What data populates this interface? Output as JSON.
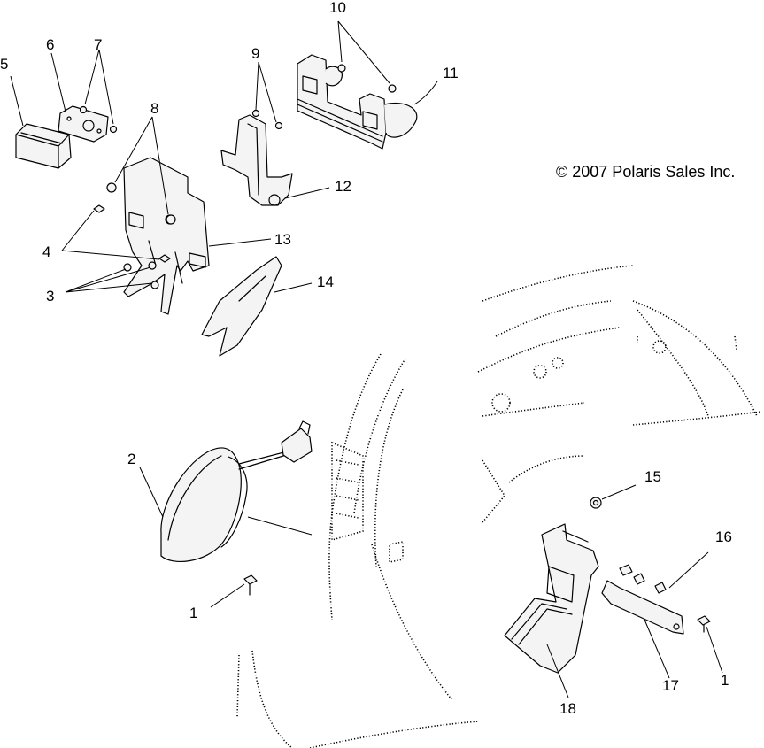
{
  "copyright": "© 2007 Polaris Sales Inc.",
  "callouts": {
    "c1a": "1",
    "c1b": "1",
    "c2": "2",
    "c3": "3",
    "c4": "4",
    "c5": "5",
    "c6": "6",
    "c7": "7",
    "c8": "8",
    "c9": "9",
    "c10": "10",
    "c11": "11",
    "c12": "12",
    "c13": "13",
    "c14": "14",
    "c15": "15",
    "c16": "16",
    "c17": "17",
    "c18": "18"
  }
}
